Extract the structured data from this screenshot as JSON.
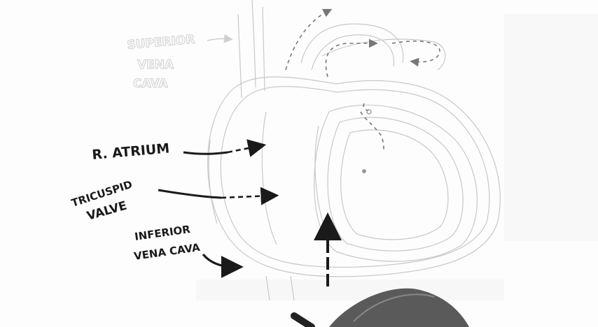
{
  "labels": {
    "superior_vena_cava": [
      "SUPERIOR",
      "VENA",
      "CAVA"
    ],
    "right_atrium": "R. ATRIUM",
    "tricuspid_valve": [
      "TRICUSPID",
      "VALVE"
    ],
    "inferior_vena_cava": [
      "INFERIOR",
      "VENA CAVA"
    ]
  },
  "colors": {
    "ink": "#1a1a1a",
    "faint_ink": "#cfcfcf",
    "outline": "#c8c8c8",
    "background": "#fdfdfd",
    "hand": "#5a5a5a"
  }
}
